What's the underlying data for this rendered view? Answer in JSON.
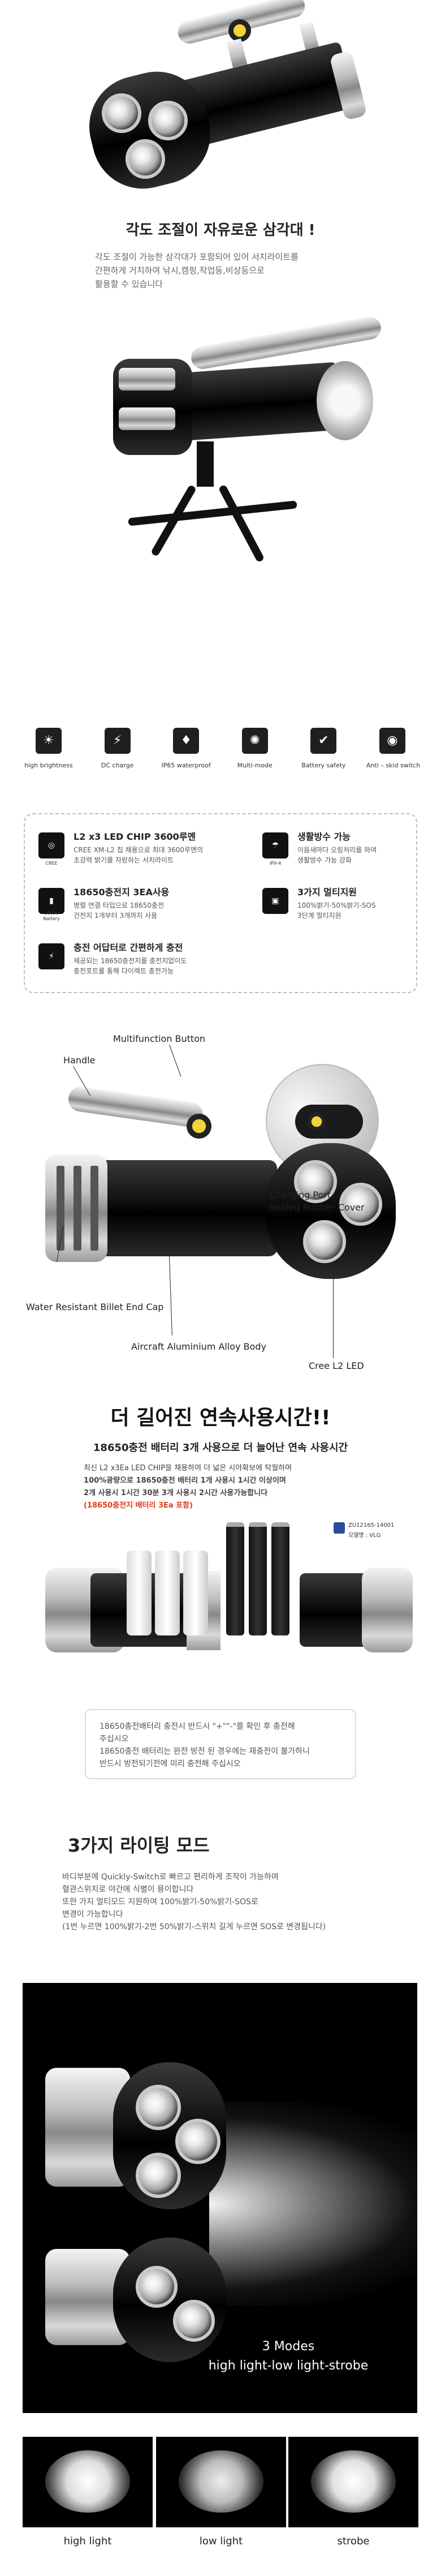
{
  "section1": {
    "title": "각도 조절이 자유로운 삼각대 !",
    "desc": [
      "각도 조절이 가능한 삼각대가 포함되어 있어  서치라이트를",
      "간편하게 거치하여 낚시,캠핑,작업등,비상등으로",
      "활용할 수 있습니다"
    ]
  },
  "features": [
    {
      "icon": "lightbulb-icon",
      "glyph": "☀",
      "label": "high brightness"
    },
    {
      "icon": "charger-icon",
      "glyph": "⚡",
      "label": "DC charge"
    },
    {
      "icon": "waterproof-icon",
      "glyph": "♦",
      "label": "IP65 waterproof"
    },
    {
      "icon": "mode-icon",
      "glyph": "✺",
      "label": "Multi-mode"
    },
    {
      "icon": "battery-safety-icon",
      "glyph": "✔",
      "label": "Battery safety"
    },
    {
      "icon": "switch-icon",
      "glyph": "◉",
      "label": "Anti – skid switch"
    }
  ],
  "specs": [
    {
      "icon": "cree-icon",
      "icon_caption": "CREE",
      "title": "L2 x3 LED CHIP 3600루멘",
      "lines": [
        "CREE XM-L2 칩 채용으로 최대 3600루멘의",
        "초강력 밝기를 자랑하는 서치라이트"
      ]
    },
    {
      "icon": "waterproof-spec-icon",
      "icon_caption": "IPX-4",
      "title": "생활방수 가능",
      "lines": [
        "이음새마다 오링처리를 하여",
        "생활방수 가능 강화"
      ]
    },
    {
      "icon": "battery-spec-icon",
      "icon_caption": "18650 Battery",
      "title": "18650충전지 3EA사용",
      "lines": [
        "병렬 연결 타입으로 18650충전",
        "건전지 1개부터 3개까지 사용"
      ]
    },
    {
      "icon": "multi-mode-spec-icon",
      "icon_caption": "",
      "title": "3가지 멀티지원",
      "lines": [
        "100%밝기-50%밝기-SOS",
        "3단계 멀티지원"
      ]
    },
    {
      "icon": "adapter-spec-icon",
      "icon_caption": "",
      "title": "충전 어답터로 간편하게 충전",
      "lines": [
        "제공되는 18650충전지를 충전지없이도",
        "충전포트를 통해 다이렉트 충전가능"
      ]
    }
  ],
  "callouts": {
    "multifunction": "Multifunction Button",
    "handle": "Handle",
    "charging_port": "Charging Port",
    "rubber_cover": "Sealed Rubber Cover",
    "end_cap": "Water Resistant Billet End Cap",
    "alloy_body": "Aircraft Aluminium Alloy Body",
    "cree": "Cree  L2 LED"
  },
  "section3": {
    "title": "더 길어진 연속사용시간!!",
    "subtitle": "18650충전 배터리 3개 사용으로 더 늘어난 연속 사용시간",
    "lines": [
      "최신 L2 x3Ea LED CHIP을 채용하여 더 넓은 시야확보에 탁월하며",
      "100%광량으로 18650충전 배터리 1개 사용시 1시간 이상이며",
      "2개 사용시 1시간 30분 3개 사용시 2시간 사용가능합니다"
    ],
    "red_line": "(18650충전지 배터리 3Ea 포함)",
    "cert_code": "ZU12165-14001",
    "cert_model": "모델명 : VLG",
    "notice": [
      "18650충전배터리 충전시 반드시 \"+\"\"-\"를 확인 후 충전해",
      "주십시오",
      "18650충전 배터리는 완전 방전 된 경우에는 재충전이 불가하니",
      "반드시 방전되기전에 미리 충전해 주십시오"
    ]
  },
  "section4": {
    "title": "3가지 라이팅 모드",
    "desc": [
      "바디부분에 Quickly-Switch로 빠르고 편리하게 조작이 가능하며",
      "혈관스위치로 야간에 식별이 용이합니다",
      "또한 가지 멀티모드 지원하여 100%밝기-50%밝기-SOS로",
      "변경이 가능합니다",
      "(1번 누르면 100%밝기-2번 50%밝기-스위치 길게 누르면 SOS로 변경됩니다)"
    ],
    "modes_line1": "3 Modes",
    "modes_line2": "high light-low light-strobe",
    "thumbs": [
      "high light",
      "low light",
      "strobe"
    ]
  }
}
